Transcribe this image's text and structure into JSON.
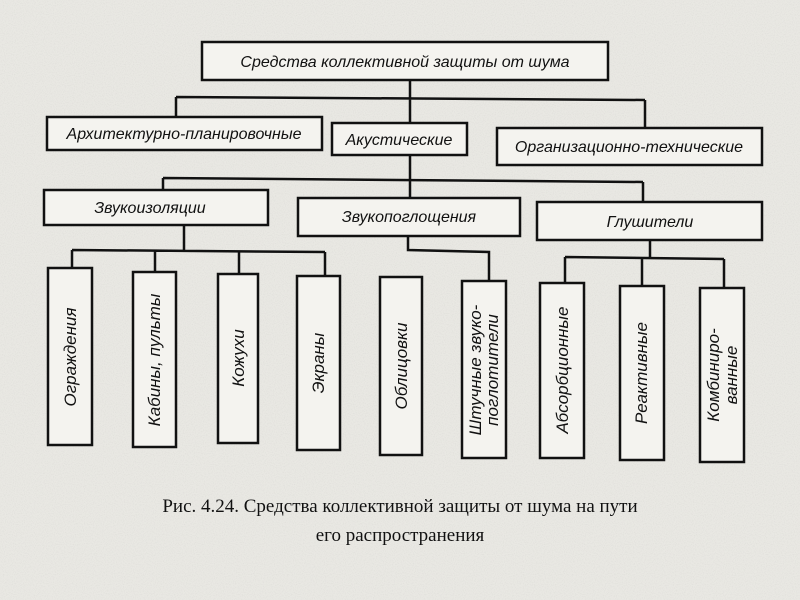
{
  "root": "Средства коллективной защиты от шума",
  "level1": [
    "Архитектурно-планировочные",
    "Акустические",
    "Организационно-технические"
  ],
  "level2": [
    "Звукоизоляции",
    "Звукопоглощения",
    "Глушители"
  ],
  "leaves": [
    {
      "lines": [
        "Ограждения"
      ]
    },
    {
      "lines": [
        "Кабины, пульты"
      ]
    },
    {
      "lines": [
        "Кожухи"
      ]
    },
    {
      "lines": [
        "Экраны"
      ]
    },
    {
      "lines": [
        "Облицовки"
      ]
    },
    {
      "lines": [
        "Штучные звуко-",
        "поглотители"
      ]
    },
    {
      "lines": [
        "Абсорбционные"
      ]
    },
    {
      "lines": [
        "Реактивные"
      ]
    },
    {
      "lines": [
        "Комбиниро-",
        "ванные"
      ]
    }
  ],
  "caption": {
    "line1": "Рис. 4.24. Средства коллективной защиты от шума на пути",
    "line2": "его распространения"
  }
}
